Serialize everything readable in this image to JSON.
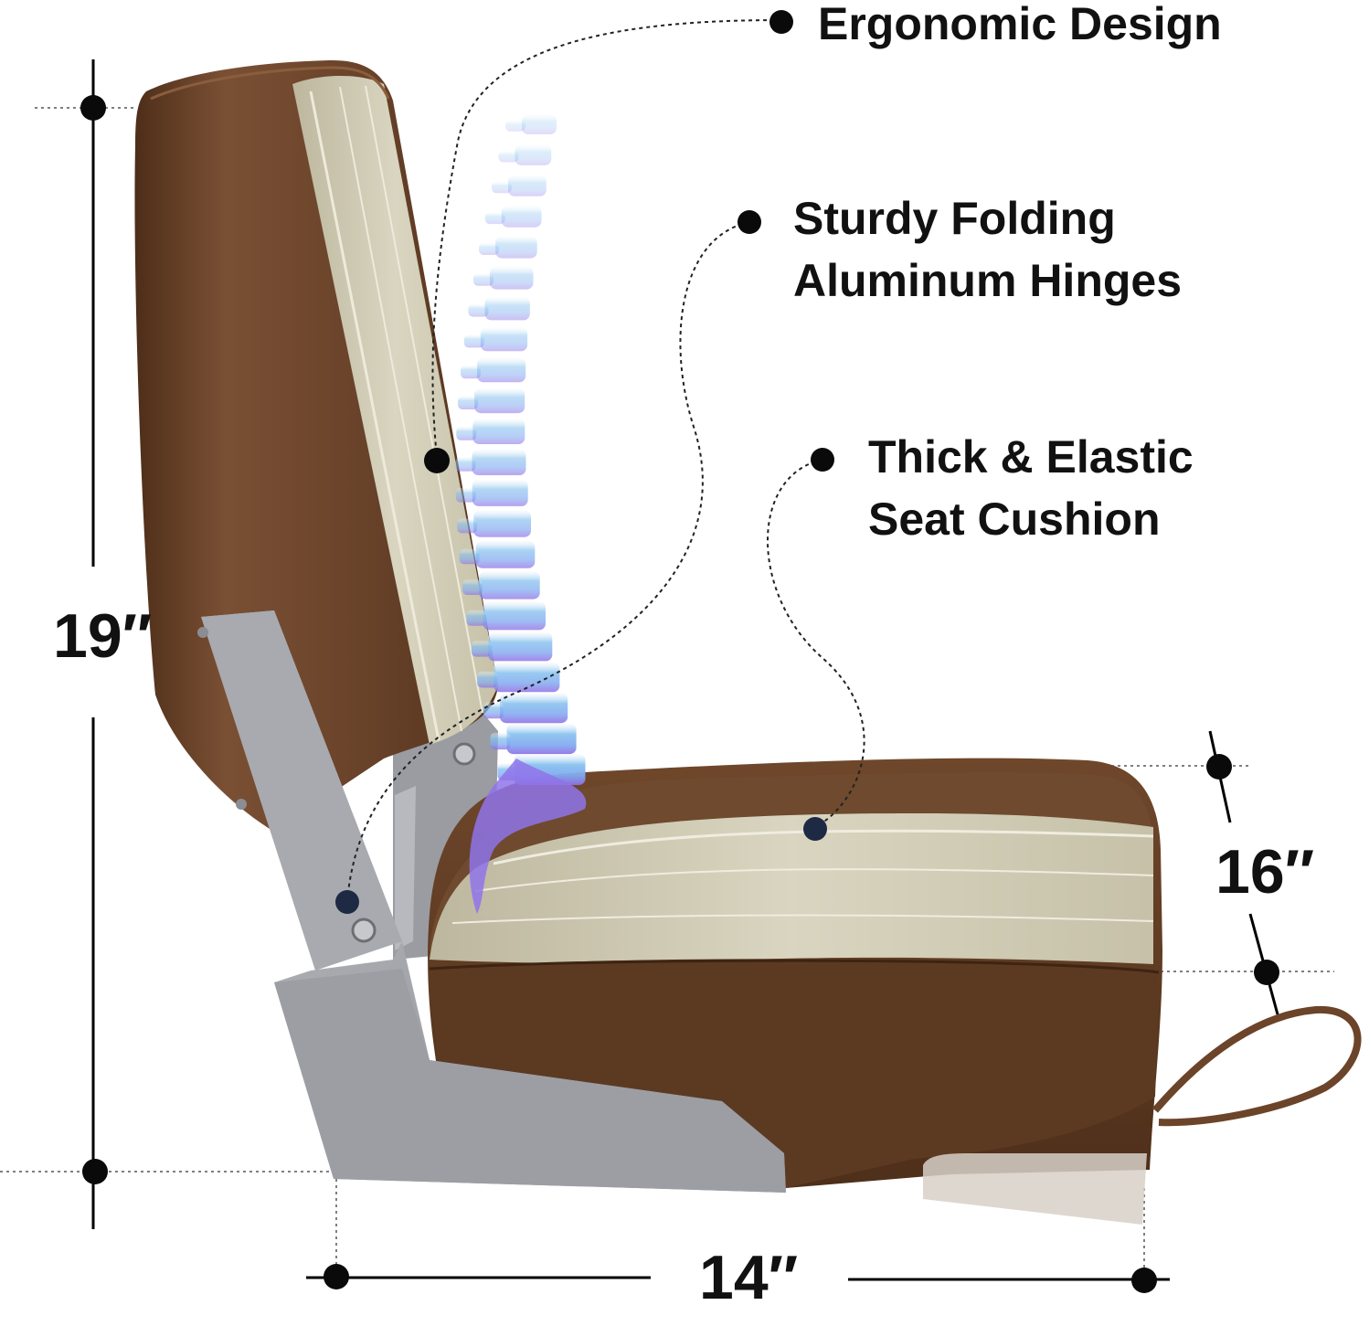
{
  "callouts": {
    "ergonomic": {
      "line1": "Ergonomic Design"
    },
    "hinges": {
      "line1": "Sturdy Folding",
      "line2": "Aluminum Hinges"
    },
    "cushion": {
      "line1": "Thick & Elastic",
      "line2": "Seat Cushion"
    }
  },
  "dimensions": {
    "height": "19″",
    "depth": "16″",
    "width": "14″"
  },
  "colors": {
    "brown": "#6b4429",
    "brown_dark": "#4a2c18",
    "cream": "#cfcbb4",
    "cream_light": "#e2dfcc",
    "aluminum": "#a3a5ab",
    "aluminum_dark": "#7e8087",
    "spine_top": "#e9f4fb",
    "spine_mid": "#7fb6ea",
    "spine_bottom": "#8d7bea",
    "marker": "#0a0a0a",
    "marker_seat": "#1e2a44"
  }
}
